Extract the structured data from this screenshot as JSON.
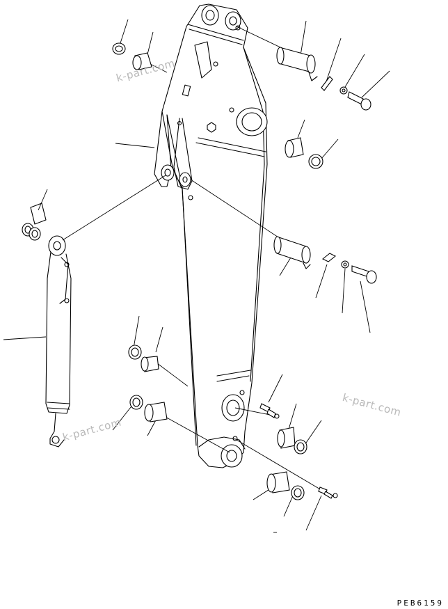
{
  "watermarks": [
    "k-part.com",
    "k-part.com",
    "k-part.com"
  ],
  "drawing_code": "PEB6159"
}
